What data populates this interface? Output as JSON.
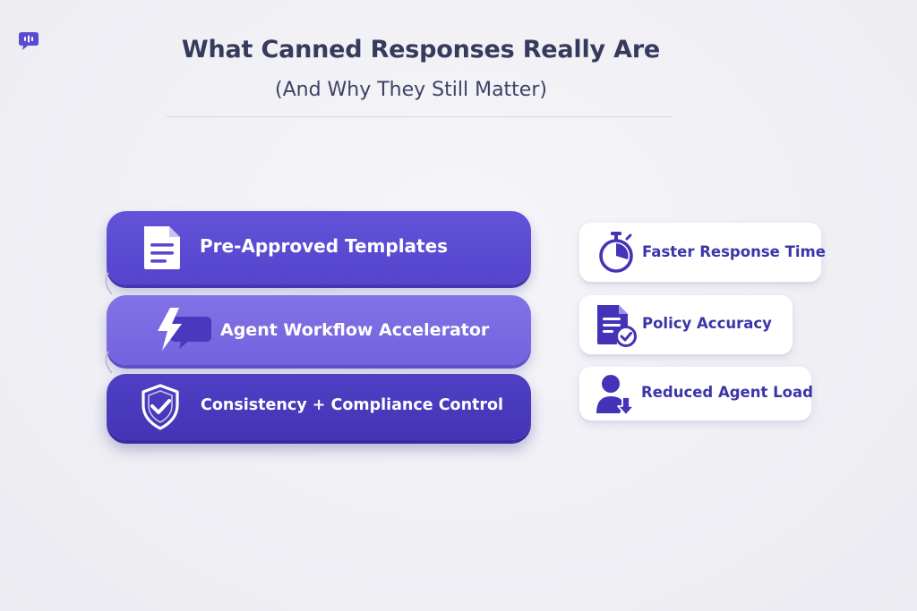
{
  "header": {
    "title": "What Canned Responses Really Are",
    "subtitle": "(And Why They Still Matter)"
  },
  "core_layers": [
    {
      "label": "Pre-Approved Templates",
      "icon": "document-icon"
    },
    {
      "label": "Agent Workflow Accelerator",
      "icon": "lightning-chat-icon"
    },
    {
      "label": "Consistency + Compliance Control",
      "icon": "shield-check-icon"
    }
  ],
  "benefits": [
    {
      "label": "Faster Response Time",
      "icon": "stopwatch-icon"
    },
    {
      "label": "Policy Accuracy",
      "icon": "document-check-icon"
    },
    {
      "label": "Reduced Agent Load",
      "icon": "user-down-arrow-icon"
    }
  ],
  "colors": {
    "title_text": "#363a5c",
    "band_top": "#5544cc",
    "band_middle": "#7463dd",
    "band_bottom": "#4434b5",
    "card_text": "#3b35a8",
    "background": "#efeff4"
  }
}
